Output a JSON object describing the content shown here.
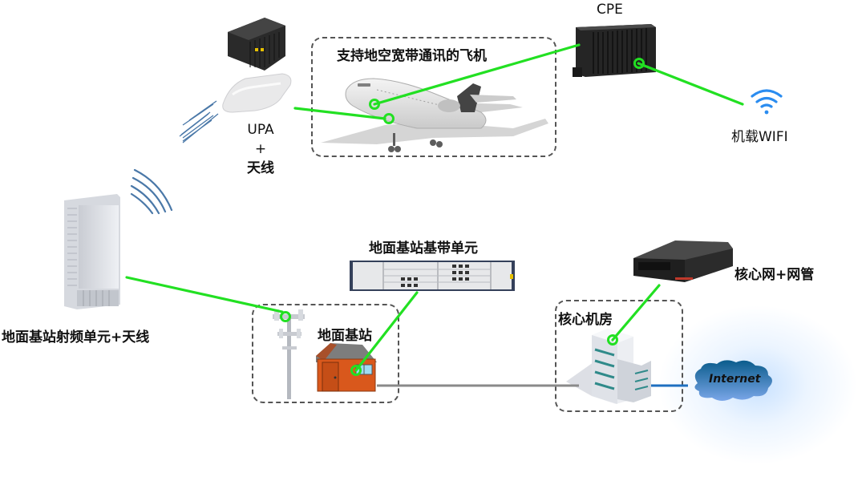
{
  "diagram": {
    "aircraft_group_title": "支持地空宽带通讯的飞机",
    "cpe_label": "CPE",
    "upa_label": {
      "line1": "UPA",
      "line2": "+",
      "line3": "天线"
    },
    "wifi_label": "机载WIFI",
    "rru_label": "地面基站射频单元+天线",
    "bbu_label": "地面基站基带单元",
    "ground_station_label": "地面基站",
    "core_room_label": "核心机房",
    "core_network_label": "核心网+网管",
    "internet_label": "Internet"
  },
  "colors": {
    "link_green": "#22e022",
    "backhaul_gray": "#8a8a8a",
    "internet_link_blue": "#1e6fc0",
    "wave_blue": "#4a78a8",
    "dashed_border": "#555555",
    "house_orange": "#d9581c",
    "cloud_top": "#0a5c8c",
    "cloud_bottom": "#7aa6e8",
    "wifi_blue": "#2a8cf0"
  },
  "connections": [
    {
      "from": "UPA",
      "to": "飞机"
    },
    {
      "from": "飞机",
      "to": "CPE"
    },
    {
      "from": "CPE",
      "to": "机载WIFI"
    },
    {
      "from": "地面基站射频单元+天线",
      "to": "地面基站"
    },
    {
      "from": "地面基站基带单元",
      "to": "地面基站"
    },
    {
      "from": "地面基站",
      "to": "核心机房"
    },
    {
      "from": "核心网+网管",
      "to": "核心机房"
    },
    {
      "from": "核心机房",
      "to": "Internet"
    }
  ]
}
